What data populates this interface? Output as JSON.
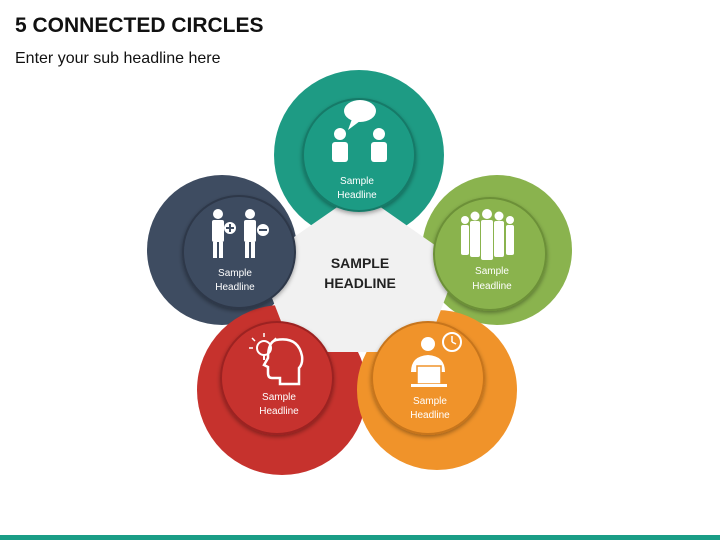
{
  "header": {
    "title": "5 CONNECTED CIRCLES",
    "subtitle": "Enter your sub headline here"
  },
  "center": {
    "line1": "SAMPLE",
    "line2": "HEADLINE"
  },
  "circles": [
    {
      "line1": "Sample",
      "line2": "Headline",
      "color": "#1e9b84",
      "icon": "conversation-icon"
    },
    {
      "line1": "Sample",
      "line2": "Headline",
      "color": "#8ab34e",
      "icon": "team-group-icon"
    },
    {
      "line1": "Sample",
      "line2": "Headline",
      "color": "#f0932a",
      "icon": "businessman-deadline-icon"
    },
    {
      "line1": "Sample",
      "line2": "Headline",
      "color": "#c6322d",
      "icon": "idea-head-icon"
    },
    {
      "line1": "Sample",
      "line2": "Headline",
      "color": "#3e4c61",
      "icon": "pros-cons-people-icon"
    }
  ],
  "colors": {
    "accent_bar": "#1a9d86",
    "center_fill": "#f1f1f1"
  }
}
